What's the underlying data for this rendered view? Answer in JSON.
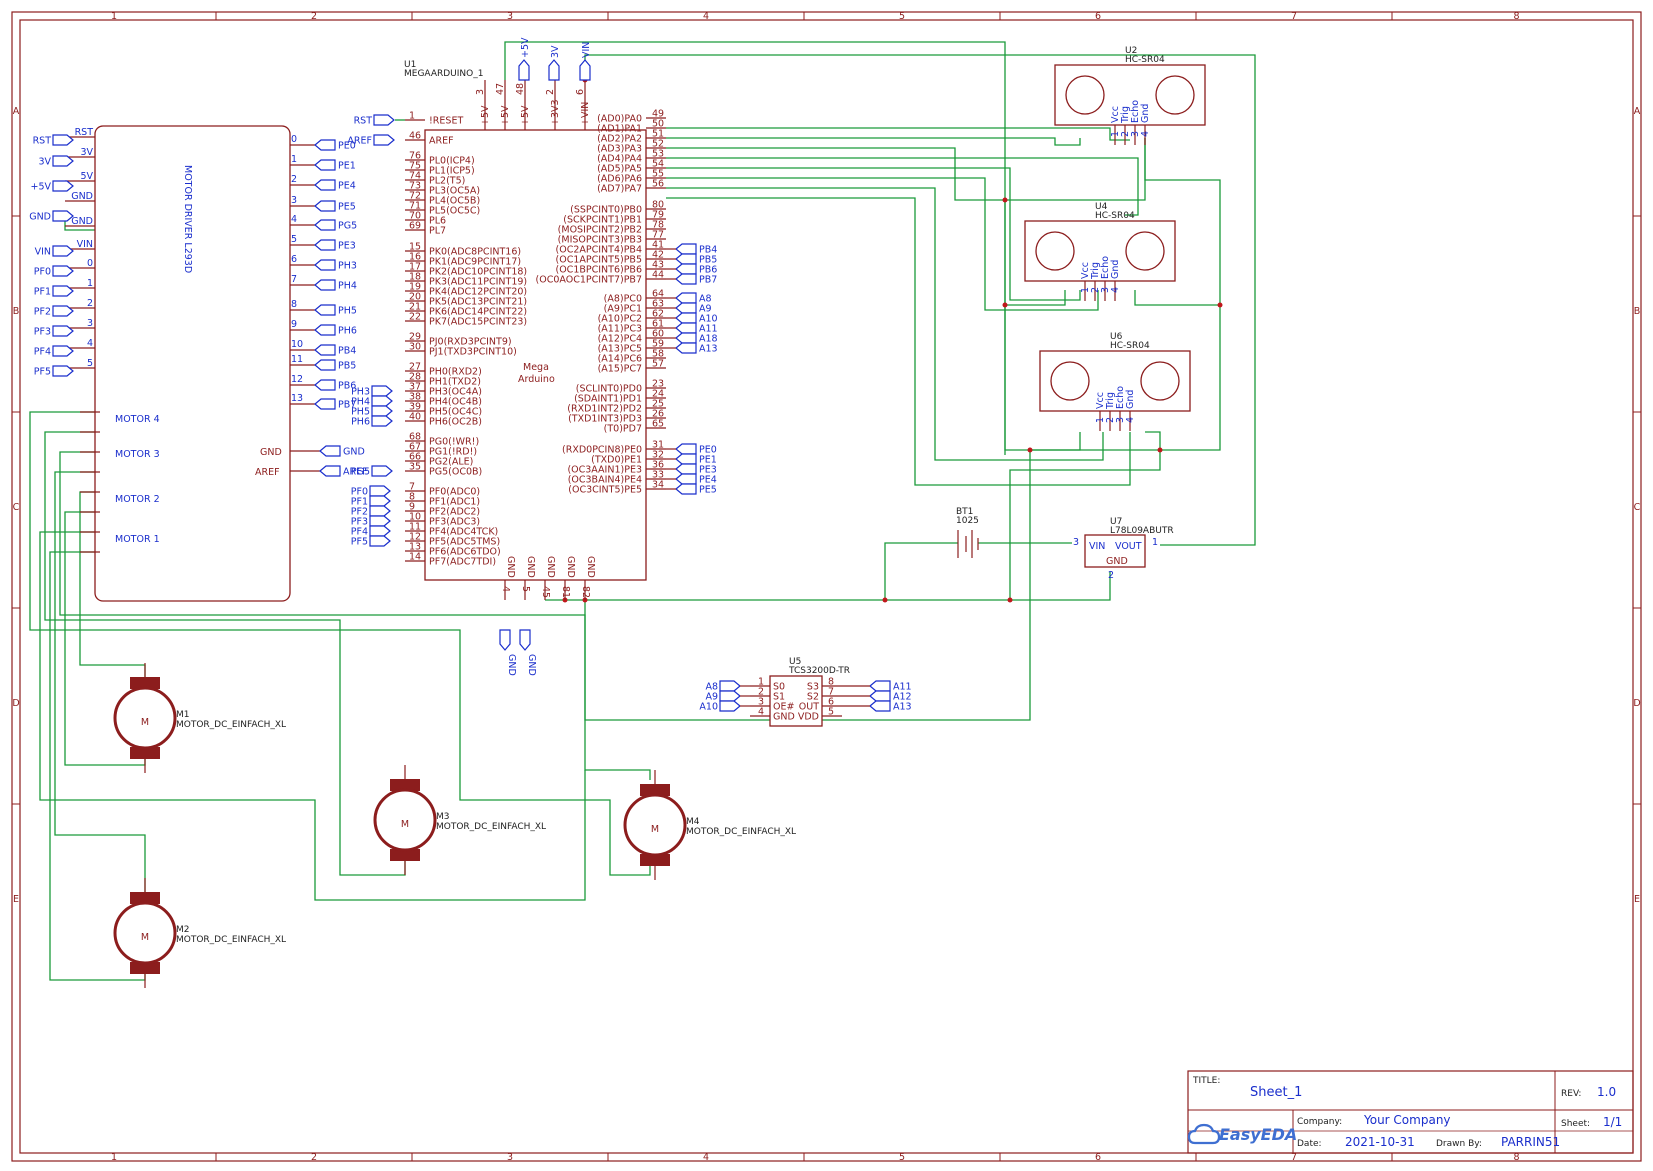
{
  "border": {
    "cols": [
      "1",
      "2",
      "3",
      "4",
      "5",
      "6",
      "7",
      "8"
    ],
    "rows": [
      "A",
      "B",
      "C",
      "D",
      "E"
    ]
  },
  "u1": {
    "ref": "U1",
    "part": "MEGAARDUINO_1",
    "center1": "Mega",
    "center2": "Arduino",
    "top_pins": [
      {
        "num": "3",
        "name": "+5V"
      },
      {
        "num": "47",
        "name": "+5V"
      },
      {
        "num": "48",
        "name": "+5V"
      },
      {
        "num": "2",
        "name": "+3V3"
      },
      {
        "num": "6",
        "name": "+VIN"
      }
    ],
    "left_pins": [
      {
        "num": "1",
        "name": "!RESET"
      },
      {
        "num": "46",
        "name": "AREF"
      },
      {
        "num": "76",
        "name": "PL0(ICP4)"
      },
      {
        "num": "75",
        "name": "PL1(ICP5)"
      },
      {
        "num": "74",
        "name": "PL2(T5)"
      },
      {
        "num": "73",
        "name": "PL3(OC5A)"
      },
      {
        "num": "72",
        "name": "PL4(OC5B)"
      },
      {
        "num": "71",
        "name": "PL5(OC5C)"
      },
      {
        "num": "70",
        "name": "PL6"
      },
      {
        "num": "69",
        "name": "PL7"
      },
      {
        "num": "15",
        "name": "PK0(ADC8PCINT16)"
      },
      {
        "num": "16",
        "name": "PK1(ADC9PCINT17)"
      },
      {
        "num": "17",
        "name": "PK2(ADC10PCINT18)"
      },
      {
        "num": "18",
        "name": "PK3(ADC11PCINT19)"
      },
      {
        "num": "19",
        "name": "PK4(ADC12PCINT20)"
      },
      {
        "num": "20",
        "name": "PK5(ADC13PCINT21)"
      },
      {
        "num": "21",
        "name": "PK6(ADC14PCINT22)"
      },
      {
        "num": "22",
        "name": "PK7(ADC15PCINT23)"
      },
      {
        "num": "29",
        "name": "PJ0(RXD3PCINT9)"
      },
      {
        "num": "30",
        "name": "PJ1(TXD3PCINT10)"
      },
      {
        "num": "27",
        "name": "PH0(RXD2)"
      },
      {
        "num": "28",
        "name": "PH1(TXD2)"
      },
      {
        "num": "37",
        "name": "PH3(OC4A)"
      },
      {
        "num": "38",
        "name": "PH4(OC4B)"
      },
      {
        "num": "39",
        "name": "PH5(OC4C)"
      },
      {
        "num": "40",
        "name": "PH6(OC2B)"
      },
      {
        "num": "68",
        "name": "PG0(!WR!)"
      },
      {
        "num": "67",
        "name": "PG1(!RD!)"
      },
      {
        "num": "66",
        "name": "PG2(ALE)"
      },
      {
        "num": "35",
        "name": "PG5(OC0B)"
      },
      {
        "num": "7",
        "name": "PF0(ADC0)"
      },
      {
        "num": "8",
        "name": "PF1(ADC1)"
      },
      {
        "num": "9",
        "name": "PF2(ADC2)"
      },
      {
        "num": "10",
        "name": "PF3(ADC3)"
      },
      {
        "num": "11",
        "name": "PF4(ADC4TCK)"
      },
      {
        "num": "12",
        "name": "PF5(ADC5TMS)"
      },
      {
        "num": "13",
        "name": "PF6(ADC6TDO)"
      },
      {
        "num": "14",
        "name": "PF7(ADC7TDI)"
      }
    ],
    "right_pins": [
      {
        "num": "49",
        "name": "(AD0)PA0"
      },
      {
        "num": "50",
        "name": "(AD1)PA1"
      },
      {
        "num": "51",
        "name": "(AD2)PA2"
      },
      {
        "num": "52",
        "name": "(AD3)PA3"
      },
      {
        "num": "53",
        "name": "(AD4)PA4"
      },
      {
        "num": "54",
        "name": "(AD5)PA5"
      },
      {
        "num": "55",
        "name": "(AD6)PA6"
      },
      {
        "num": "56",
        "name": "(AD7)PA7"
      },
      {
        "num": "80",
        "name": "(SSPCINT0)PB0"
      },
      {
        "num": "79",
        "name": "(SCKPCINT1)PB1"
      },
      {
        "num": "78",
        "name": "(MOSIPCINT2)PB2"
      },
      {
        "num": "77",
        "name": "(MISOPCINT3)PB3"
      },
      {
        "num": "41",
        "name": "(OC2APCINT4)PB4"
      },
      {
        "num": "42",
        "name": "(OC1APCINT5)PB5"
      },
      {
        "num": "43",
        "name": "(OC1BPCINT6)PB6"
      },
      {
        "num": "44",
        "name": "(OC0AOC1PCINT7)PB7"
      },
      {
        "num": "64",
        "name": "(A8)PC0"
      },
      {
        "num": "63",
        "name": "(A9)PC1"
      },
      {
        "num": "62",
        "name": "(A10)PC2"
      },
      {
        "num": "61",
        "name": "(A11)PC3"
      },
      {
        "num": "60",
        "name": "(A12)PC4"
      },
      {
        "num": "59",
        "name": "(A13)PC5"
      },
      {
        "num": "58",
        "name": "(A14)PC6"
      },
      {
        "num": "57",
        "name": "(A15)PC7"
      },
      {
        "num": "23",
        "name": "(SCLINT0)PD0"
      },
      {
        "num": "24",
        "name": "(SDAINT1)PD1"
      },
      {
        "num": "25",
        "name": "(RXD1INT2)PD2"
      },
      {
        "num": "26",
        "name": "(TXD1INT3)PD3"
      },
      {
        "num": "65",
        "name": "(T0)PD7"
      },
      {
        "num": "31",
        "name": "(RXD0PCIN8)PE0"
      },
      {
        "num": "32",
        "name": "(TXD0)PE1"
      },
      {
        "num": "36",
        "name": "(OC3AAIN1)PE3"
      },
      {
        "num": "33",
        "name": "(OC3BAIN4)PE4"
      },
      {
        "num": "34",
        "name": "(OC3CINT5)PE5"
      }
    ],
    "bottom_pins": [
      {
        "num": "4",
        "name": "GND"
      },
      {
        "num": "5",
        "name": "GND"
      },
      {
        "num": "45",
        "name": "GND"
      },
      {
        "num": "81",
        "name": "GND"
      },
      {
        "num": "82",
        "name": "GND"
      }
    ],
    "flags_top": [
      "+5V",
      "3V",
      "VIN"
    ],
    "flags_left": [
      "RST",
      "AREF"
    ],
    "flags_ph": [
      "PH3",
      "PH4",
      "PH5",
      "PH6"
    ],
    "flag_pg": "PG5",
    "flags_pf": [
      "PF0",
      "PF1",
      "PF2",
      "PF3",
      "PF4",
      "PF5"
    ],
    "flags_pb": [
      "PB4",
      "PB5",
      "PB6",
      "PB7"
    ],
    "flags_pc": [
      "A8",
      "A9",
      "A10",
      "A11",
      "A18",
      "A13"
    ],
    "flags_pe": [
      "PE0",
      "PE1",
      "PE3",
      "PE4",
      "PE5"
    ],
    "flags_gnd": [
      "GND",
      "GND"
    ]
  },
  "driver": {
    "title": "MOTOR DRIVER L293D",
    "left_flags": [
      "RST",
      "3V",
      "+5V",
      "GND",
      "VIN",
      "PF0",
      "PF1",
      "PF2",
      "PF3",
      "PF4",
      "PF5"
    ],
    "left_pins": [
      "RST",
      "3V",
      "5V",
      "GND",
      "GND",
      "VIN",
      "0",
      "1",
      "2",
      "3",
      "4",
      "5"
    ],
    "right_pins": [
      "0",
      "1",
      "2",
      "3",
      "4",
      "5",
      "6",
      "7",
      "8",
      "9",
      "10",
      "11",
      "12",
      "13"
    ],
    "right_flags": [
      "PE0",
      "PE1",
      "PE4",
      "PE5",
      "PG5",
      "PE3",
      "PH3",
      "PH4",
      "PH5",
      "PH6",
      "PB4",
      "PB5",
      "PB6",
      "PB7"
    ],
    "motors": [
      "MOTOR  4",
      "MOTOR  3",
      "MOTOR  2",
      "MOTOR  1"
    ],
    "gnd_label": "GND",
    "aref_label": "AREF",
    "gnd_flag": "GND",
    "aref_flag": "AREF"
  },
  "sensors": [
    {
      "ref": "U2",
      "part": "HC-SR04",
      "pins": [
        {
          "num": "1",
          "name": "Vcc"
        },
        {
          "num": "2",
          "name": "Trig"
        },
        {
          "num": "3",
          "name": "Echo"
        },
        {
          "num": "4",
          "name": "Gnd"
        }
      ]
    },
    {
      "ref": "U4",
      "part": "HC-SR04",
      "pins": [
        {
          "num": "1",
          "name": "Vcc"
        },
        {
          "num": "2",
          "name": "Trig"
        },
        {
          "num": "3",
          "name": "Echo"
        },
        {
          "num": "4",
          "name": "Gnd"
        }
      ]
    },
    {
      "ref": "U6",
      "part": "HC-SR04",
      "pins": [
        {
          "num": "1",
          "name": "Vcc"
        },
        {
          "num": "2",
          "name": "Trig"
        },
        {
          "num": "3",
          "name": "Echo"
        },
        {
          "num": "4",
          "name": "Gnd"
        }
      ]
    }
  ],
  "battery": {
    "ref": "BT1",
    "value": "1025"
  },
  "regulator": {
    "ref": "U7",
    "part": "L78L09ABUTR",
    "vin": "VIN",
    "vout": "VOUT",
    "gnd": "GND",
    "p_in": "3",
    "p_out": "1",
    "p_gnd": "2"
  },
  "color_sensor": {
    "ref": "U5",
    "part": "TCS3200D-TR",
    "left": [
      {
        "num": "1",
        "name": "S0"
      },
      {
        "num": "2",
        "name": "S1"
      },
      {
        "num": "3",
        "name": "OE#"
      },
      {
        "num": "4",
        "name": "GND"
      }
    ],
    "right": [
      {
        "num": "8",
        "name": "S3"
      },
      {
        "num": "7",
        "name": "S2"
      },
      {
        "num": "6",
        "name": "OUT"
      },
      {
        "num": "5",
        "name": "VDD"
      }
    ],
    "left_flags": [
      "A8",
      "A9",
      "A10"
    ],
    "right_flags": [
      "A11",
      "A12",
      "A13"
    ]
  },
  "motors": [
    {
      "ref": "M1",
      "part": "MOTOR_DC_EINFACH_XL",
      "glyph": "M"
    },
    {
      "ref": "M2",
      "part": "MOTOR_DC_EINFACH_XL",
      "glyph": "M"
    },
    {
      "ref": "M3",
      "part": "MOTOR_DC_EINFACH_XL",
      "glyph": "M"
    },
    {
      "ref": "M4",
      "part": "MOTOR_DC_EINFACH_XL",
      "glyph": "M"
    }
  ],
  "title_block": {
    "title_label": "TITLE:",
    "title": "Sheet_1",
    "rev_label": "REV:",
    "rev": "1.0",
    "company_label": "Company:",
    "company": "Your Company",
    "sheet_label": "Sheet:",
    "sheet": "1/1",
    "date_label": "Date:",
    "date": "2021-10-31",
    "drawn_label": "Drawn By:",
    "drawn": "PARRIN51",
    "logo": "EasyEDA"
  }
}
